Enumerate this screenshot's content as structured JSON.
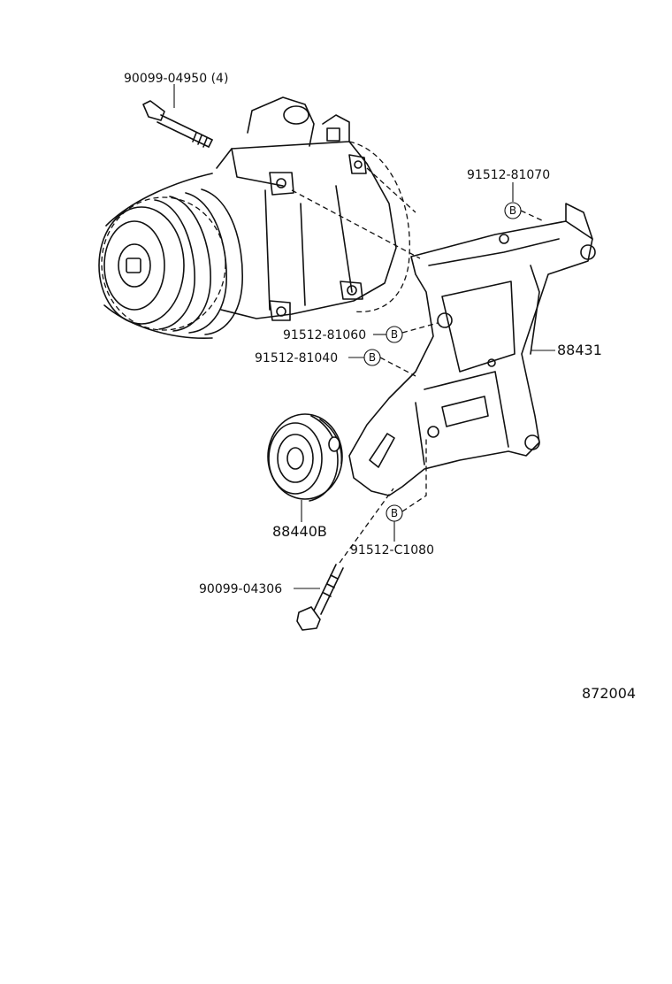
{
  "diagram": {
    "ref_number": "872004",
    "marker_letter": "B",
    "parts": {
      "bolt_top": "90099-04950 (4)",
      "bolt_bracket_top": "91512-81070",
      "bolt_mid_1": "91512-81060",
      "bolt_mid_2": "91512-81040",
      "bracket": "88431",
      "idler_pulley": "88440B",
      "bolt_lower": "91512-C1080",
      "bolt_bottom": "90099-04306"
    }
  }
}
